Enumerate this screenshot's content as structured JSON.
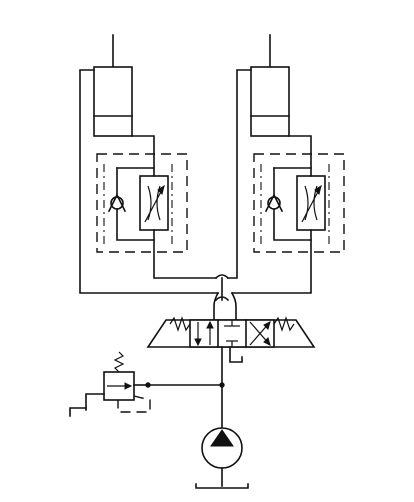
{
  "diagram": {
    "type": "hydraulic-schematic",
    "components": [
      {
        "name": "hydraulic-cylinder",
        "count": 2
      },
      {
        "name": "flow-control-valve-with-check",
        "count": 2
      },
      {
        "name": "directional-control-valve",
        "count": 1
      },
      {
        "name": "pressure-relief-valve",
        "count": 1
      },
      {
        "name": "hydraulic-pump",
        "count": 1
      },
      {
        "name": "tank",
        "count": 3
      }
    ],
    "colors": {
      "line": "#111111",
      "background": "#ffffff"
    }
  }
}
